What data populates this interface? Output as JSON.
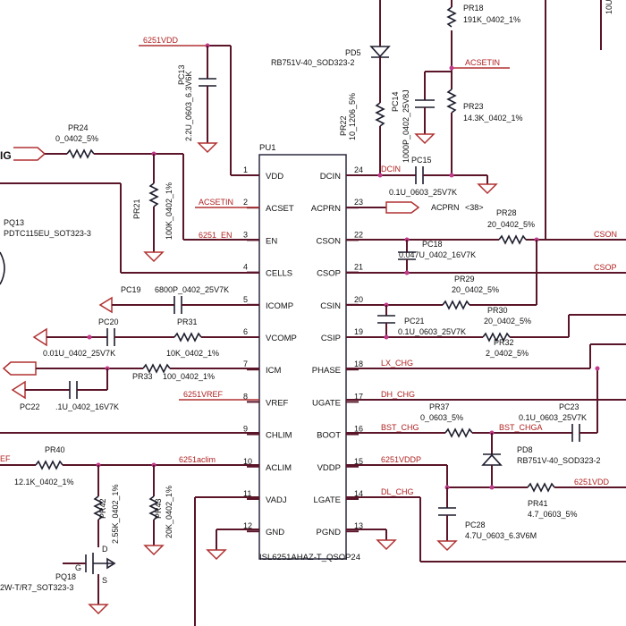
{
  "ic": {
    "ref": "PU1",
    "part": "ISL6251AHAZ-T_QSOP24",
    "left_pins": [
      {
        "num": "1",
        "name": "VDD"
      },
      {
        "num": "2",
        "name": "ACSET"
      },
      {
        "num": "3",
        "name": "EN"
      },
      {
        "num": "4",
        "name": "CELLS"
      },
      {
        "num": "5",
        "name": "ICOMP"
      },
      {
        "num": "6",
        "name": "VCOMP"
      },
      {
        "num": "7",
        "name": "ICM"
      },
      {
        "num": "8",
        "name": "VREF"
      },
      {
        "num": "9",
        "name": "CHLIM"
      },
      {
        "num": "10",
        "name": "ACLIM"
      },
      {
        "num": "11",
        "name": "VADJ"
      },
      {
        "num": "12",
        "name": "GND"
      }
    ],
    "right_pins": [
      {
        "num": "24",
        "name": "DCIN"
      },
      {
        "num": "23",
        "name": "ACPRN"
      },
      {
        "num": "22",
        "name": "CSON"
      },
      {
        "num": "21",
        "name": "CSOP"
      },
      {
        "num": "20",
        "name": "CSIN"
      },
      {
        "num": "19",
        "name": "CSIP"
      },
      {
        "num": "18",
        "name": "PHASE"
      },
      {
        "num": "17",
        "name": "UGATE"
      },
      {
        "num": "16",
        "name": "BOOT"
      },
      {
        "num": "15",
        "name": "VDDP"
      },
      {
        "num": "14",
        "name": "LGATE"
      },
      {
        "num": "13",
        "name": "PGND"
      }
    ]
  },
  "nets": {
    "vdd_top": "6251VDD",
    "acsetin_top": "ACSETIN",
    "acsetin_left": "ACSETIN",
    "en": "6251_EN",
    "dcin": "DCIN",
    "acprn": "ACPRN",
    "acprn_page": "<38>",
    "cson": "CSON",
    "csop": "CSOP",
    "vref": "6251VREF",
    "lx_chg": "LX_CHG",
    "dh_chg": "DH_CHG",
    "bst_chg": "BST_CHG",
    "bst_chga": "BST_CHGA",
    "aclim": "6251aclim",
    "vddp": "6251VDDP",
    "dl_chg": "DL_CHG",
    "vdd_right": "6251VDD",
    "left_cut_top": "IG",
    "left_cut_mid": "EF"
  },
  "components": {
    "pc13": {
      "ref": "PC13",
      "value": "2.2U_0603_6.3V6K"
    },
    "pr18": {
      "ref": "PR18",
      "value": "191K_0402_1%"
    },
    "pd5": {
      "ref": "PD5",
      "value": "RB751V-40_SOD323-2"
    },
    "pr22": {
      "ref": "PR22",
      "value": "10_1206_5%"
    },
    "pc14": {
      "ref": "PC14",
      "value": "1000P_0402_25V8J"
    },
    "pr23": {
      "ref": "PR23",
      "value": "14.3K_0402_1%"
    },
    "pc15": {
      "ref": "PC15",
      "value": "0.1U_0603_25V7K"
    },
    "pr24": {
      "ref": "PR24",
      "value": "0_0402_5%"
    },
    "pr21": {
      "ref": "PR21",
      "value": "100K_0402_1%"
    },
    "pq13": {
      "ref": "PQ13",
      "value": "PDTC115EU_SOT323-3"
    },
    "pr28": {
      "ref": "PR28",
      "value": "20_0402_5%"
    },
    "pc18": {
      "ref": "PC18",
      "value": "0.047U_0402_16V7K"
    },
    "pr29": {
      "ref": "PR29",
      "value": "20_0402_5%"
    },
    "pc19": {
      "ref": "PC19",
      "value": "6800P_0402_25V7K"
    },
    "pc20": {
      "ref": "PC20",
      "value": "0.01U_0402_25V7K"
    },
    "pr31": {
      "ref": "PR31",
      "value": "10K_0402_1%"
    },
    "pc21": {
      "ref": "PC21",
      "value": "0.1U_0603_25V7K"
    },
    "pr30": {
      "ref": "PR30",
      "value": "20_0402_5%"
    },
    "pr32": {
      "ref": "PR32",
      "value": "2_0402_5%"
    },
    "pr33": {
      "ref": "PR33",
      "value": "100_0402_1%"
    },
    "pc22": {
      "ref": "PC22",
      "value": ".1U_0402_16V7K"
    },
    "pr37": {
      "ref": "PR37",
      "value": "0_0603_5%"
    },
    "pc23": {
      "ref": "PC23",
      "value": "0.1U_0603_25V7K"
    },
    "pd8": {
      "ref": "PD8",
      "value": "RB751V-40_SOD323-2"
    },
    "pr40": {
      "ref": "PR40",
      "value": "12.1K_0402_1%"
    },
    "pr42": {
      "ref": "PR42",
      "value": "2.55K_0402_1%"
    },
    "pr43": {
      "ref": "PR43",
      "value": "20K_0402_1%"
    },
    "pq18": {
      "ref": "PQ18",
      "value": "2W-T/R7_SOT323-3"
    },
    "pc28": {
      "ref": "PC28",
      "value": "4.7U_0603_6.3V6M"
    },
    "pr41": {
      "ref": "PR41",
      "value": "4.7_0603_5%"
    },
    "top_right_cut": "10U"
  },
  "pin_numbers": {
    "one": "1",
    "two": "2",
    "d": "D",
    "g": "G",
    "s": "S"
  }
}
